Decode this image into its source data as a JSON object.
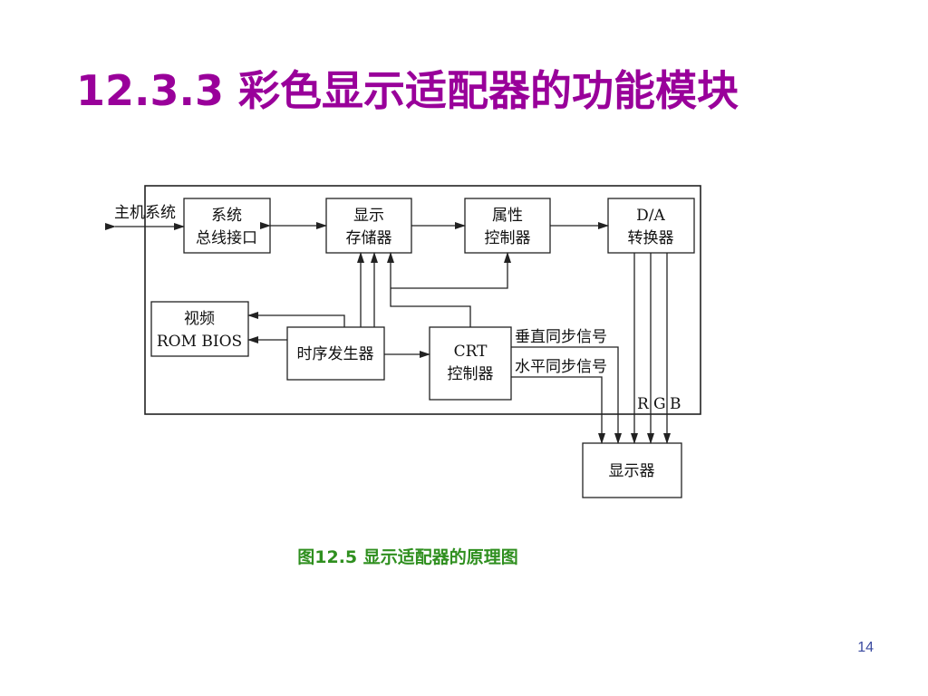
{
  "title": "12.3.3 彩色显示适配器的功能模块",
  "diagram": {
    "host_label": "主机系统",
    "bus_interface": [
      "系统",
      "总线接口"
    ],
    "display_memory": [
      "显示",
      "存储器"
    ],
    "attr_controller": [
      "属性",
      "控制器"
    ],
    "da_converter": [
      "D/A",
      "转换器"
    ],
    "video_bios": [
      "视频",
      "ROM BIOS"
    ],
    "timing_gen": "时序发生器",
    "crt_controller": [
      "CRT",
      "控制器"
    ],
    "vsync_label": "垂直同步信号",
    "hsync_label": "水平同步信号",
    "rgb_labels": [
      "R",
      "G",
      "B"
    ],
    "monitor": "显示器"
  },
  "caption": "图12.5 显示适配器的原理图",
  "page_number": "14"
}
